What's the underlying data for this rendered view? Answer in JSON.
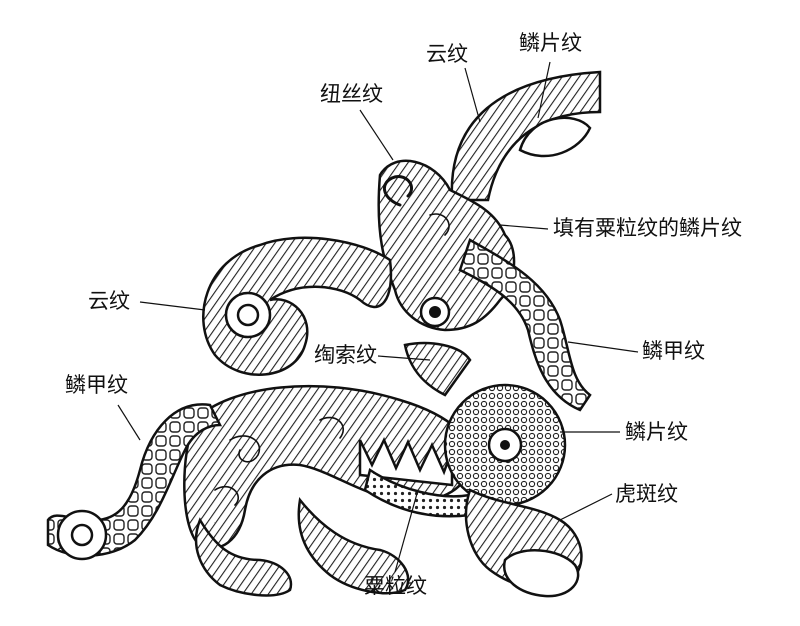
{
  "labels": {
    "cloud_top": "云纹",
    "scale_top": "鳞片纹",
    "silk": "纽丝纹",
    "scale_grain": "填有粟粒纹的鳞片纹",
    "cloud_left": "云纹",
    "armor_right": "鳞甲纹",
    "rope": "绹索纹",
    "armor_left": "鳞甲纹",
    "scale_right": "鳞片纹",
    "tiger": "虎斑纹",
    "grain": "粟粒纹"
  }
}
